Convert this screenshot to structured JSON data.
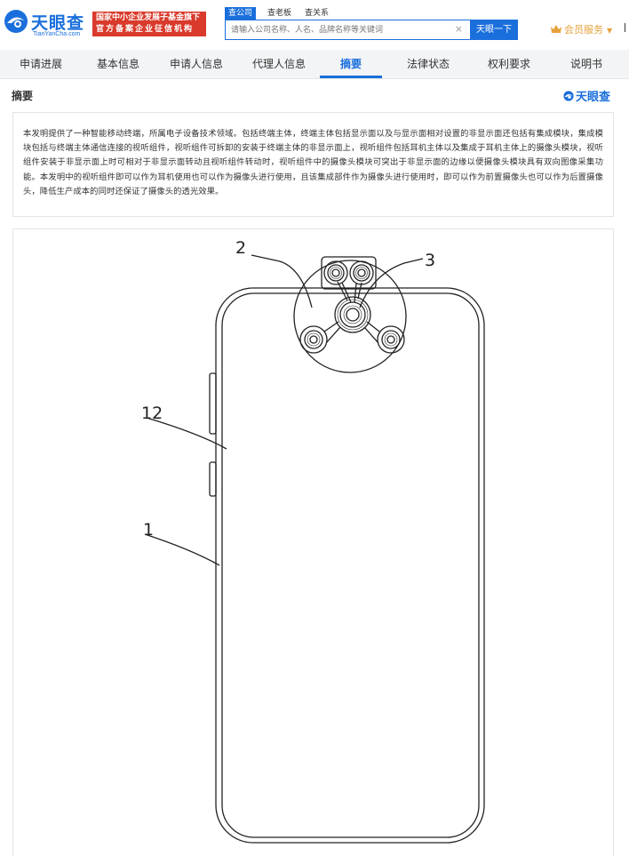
{
  "header": {
    "logo_text": "天眼查",
    "logo_sub": "TianYanCha.com",
    "badge_line1": "国家中小企业发展子基金旗下",
    "badge_line2": "官方备案企业征信机构",
    "search_tabs": [
      "查公司",
      "查老板",
      "查关系"
    ],
    "search_placeholder": "请输入公司名称、人名、品牌名称等关键词",
    "search_clear": "×",
    "search_button": "天眼一下",
    "vip_label": "会员服务",
    "accent": "#1a6fdc",
    "badge_color": "#d93a2b"
  },
  "nav": {
    "tabs": [
      {
        "label": "申请进展"
      },
      {
        "label": "基本信息"
      },
      {
        "label": "申请人信息"
      },
      {
        "label": "代理人信息"
      },
      {
        "label": "摘要"
      },
      {
        "label": "法律状态"
      },
      {
        "label": "权利要求"
      },
      {
        "label": "说明书"
      }
    ],
    "active_index": 4
  },
  "section": {
    "title": "摘要",
    "logo_text": "天眼查",
    "abstract": "本发明提供了一种智能移动终端，所属电子设备技术领域。包括终端主体，终端主体包括显示面以及与显示面相对设置的非显示面还包括有集成模块，集成模块包括与终端主体通信连接的视听组件，视听组件可拆卸的安装于终端主体的非显示面上，视听组件包括耳机主体以及集成于耳机主体上的摄像头模块，视听组件安装于非显示面上时可相对于非显示面转动且视听组件转动时，视听组件中的摄像头模块可突出于非显示面的边缘以便摄像头模块具有双向图像采集功能。本发明中的视听组件即可以作为耳机使用也可以作为摄像头进行使用，且该集成部件作为摄像头进行使用时，即可以作为前置摄像头也可以作为后置摄像头，降低生产成本的同时还保证了摄像头的透光效果。"
  },
  "figure": {
    "labels": [
      "2",
      "3",
      "12",
      "1"
    ]
  }
}
